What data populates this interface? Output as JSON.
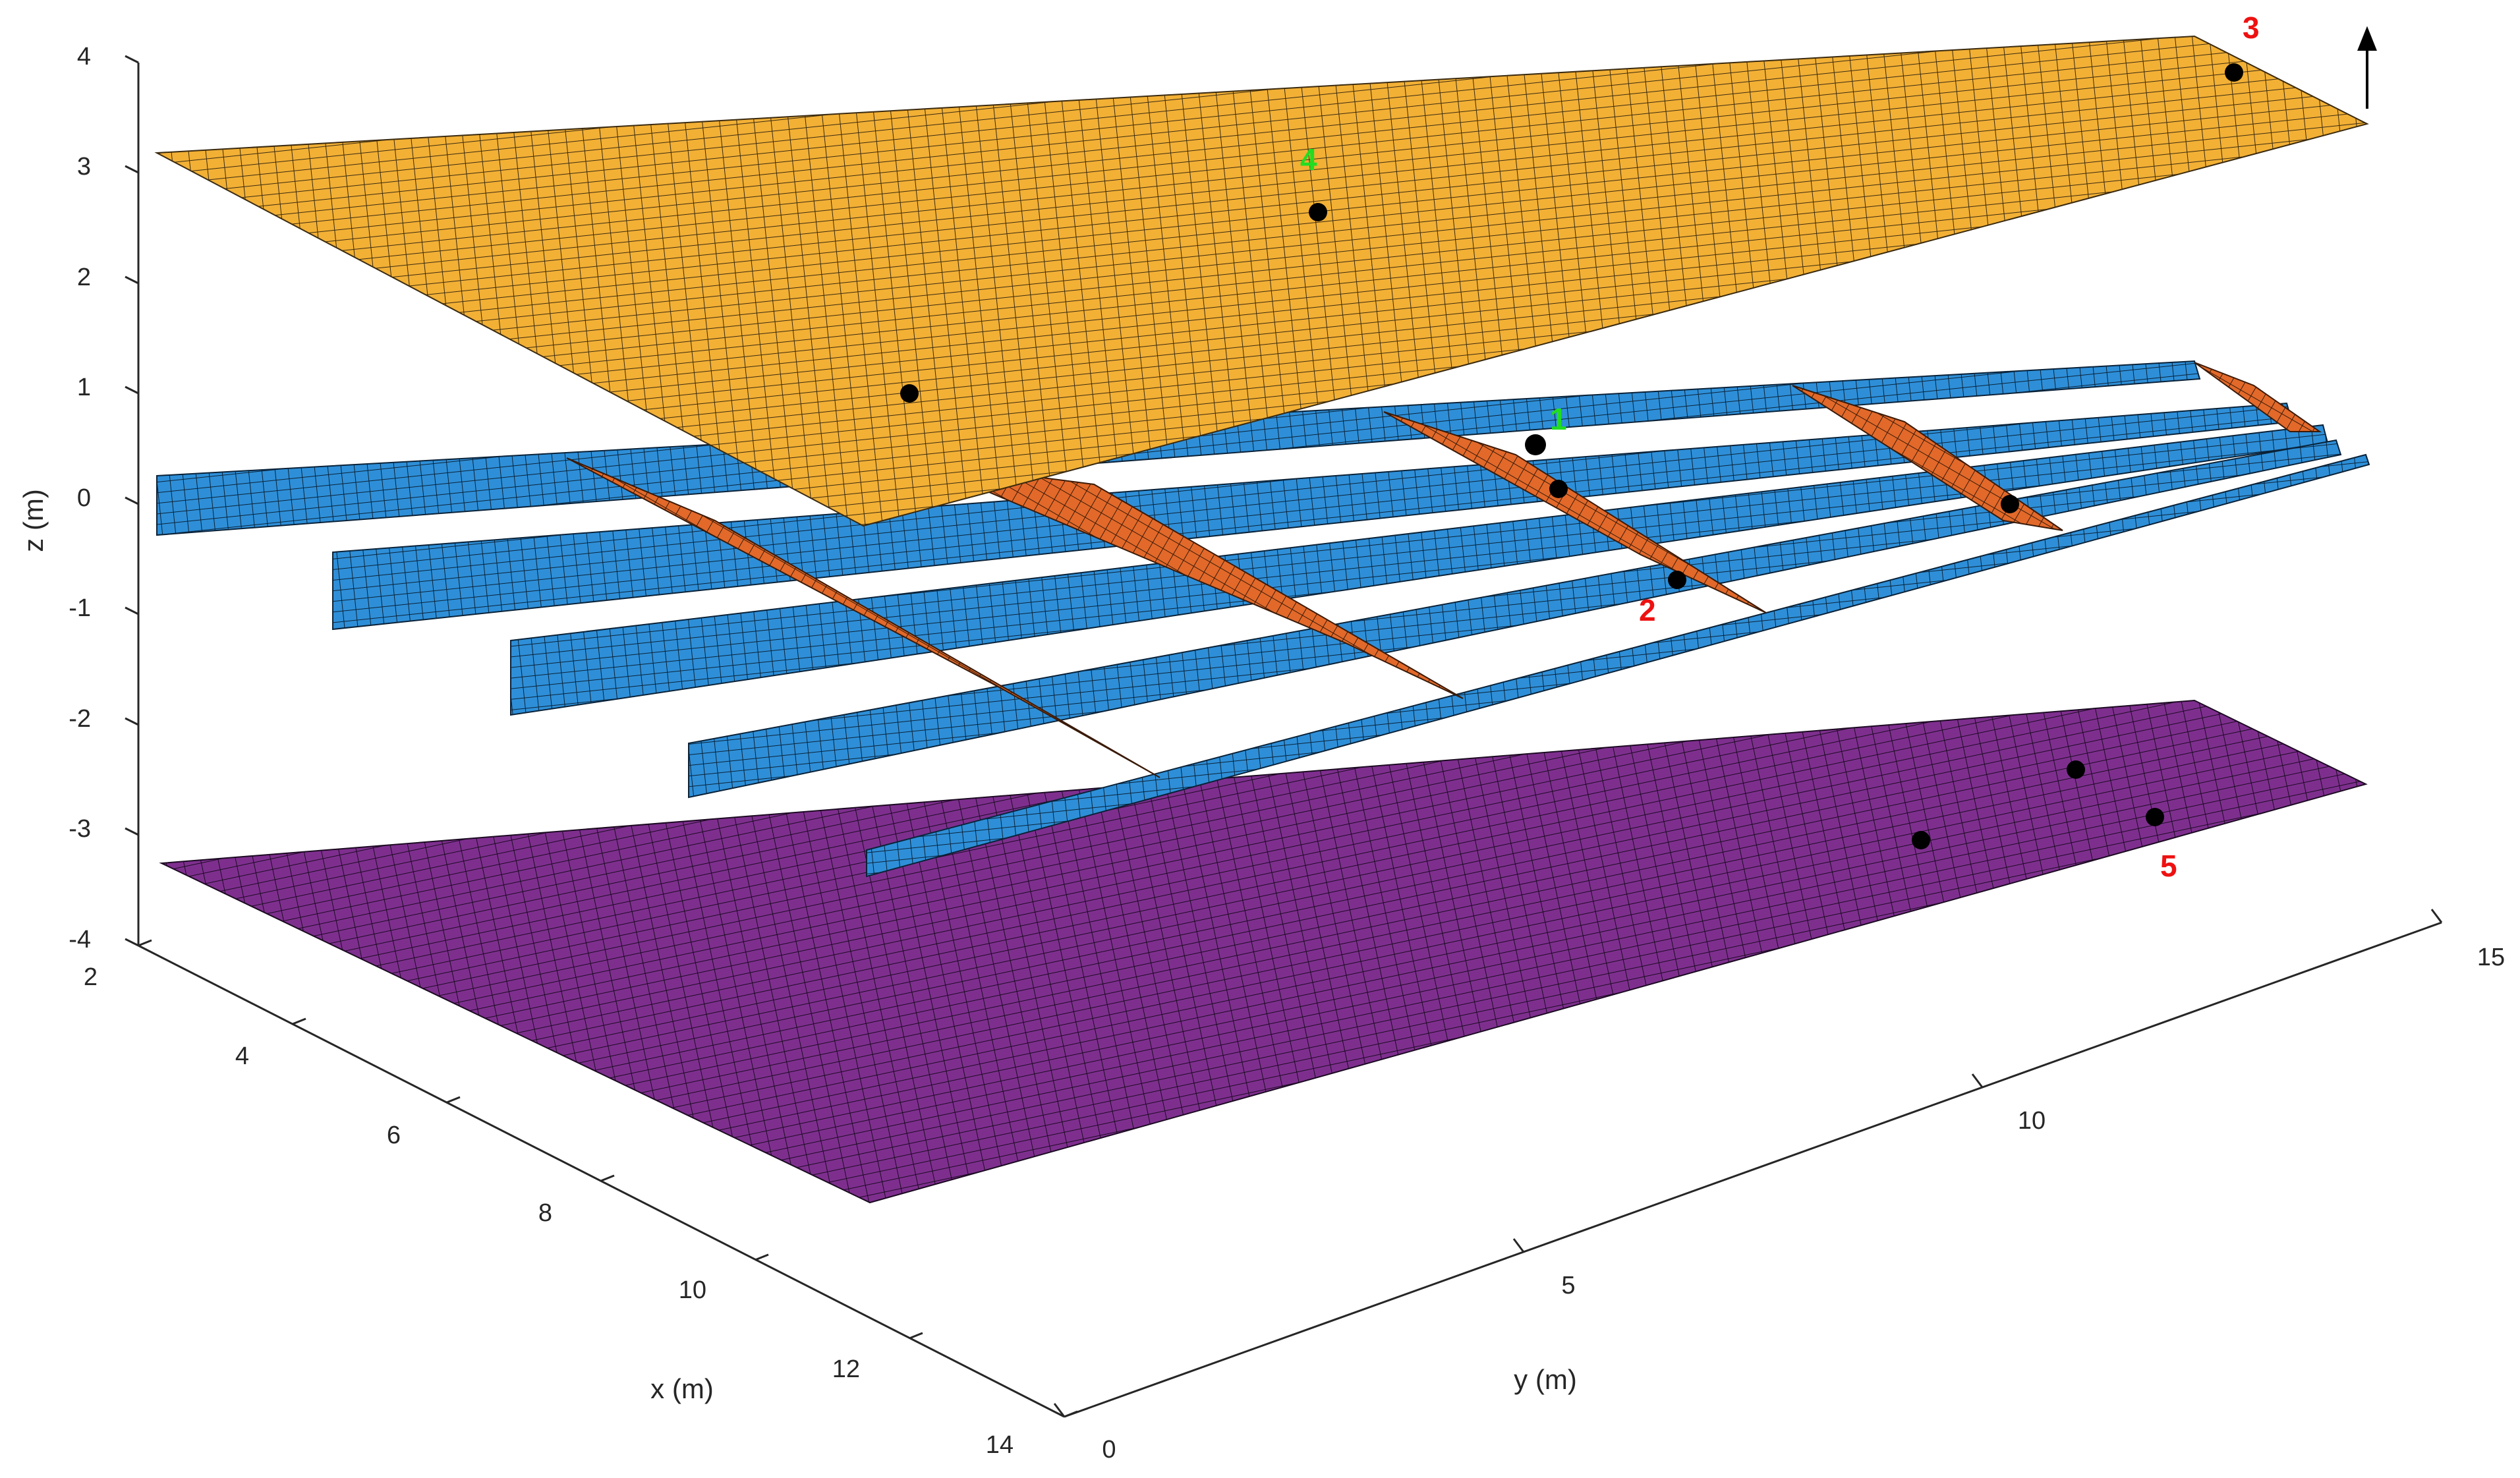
{
  "axes": {
    "z": {
      "label": "z (m)",
      "ticks": [
        "4",
        "3",
        "2",
        "1",
        "0",
        "-1",
        "-2",
        "-3",
        "-4"
      ]
    },
    "x": {
      "label": "x (m)",
      "ticks": [
        "2",
        "4",
        "6",
        "8",
        "10",
        "12",
        "14"
      ]
    },
    "y": {
      "label": "y (m)",
      "ticks": [
        "0",
        "5",
        "10",
        "15"
      ]
    }
  },
  "markers": [
    {
      "text": "1",
      "color": "#22dd22"
    },
    {
      "text": "2",
      "color": "#ee1111"
    },
    {
      "text": "3",
      "color": "#ee1111"
    },
    {
      "text": "4",
      "color": "#22dd22"
    },
    {
      "text": "5",
      "color": "#ee1111"
    }
  ],
  "colors": {
    "upper_skin": "#f2b035",
    "lower_skin": "#7e2f8e",
    "spars": "#2e8fd8",
    "ribs": "#e2692a",
    "mesh": "#000000"
  }
}
